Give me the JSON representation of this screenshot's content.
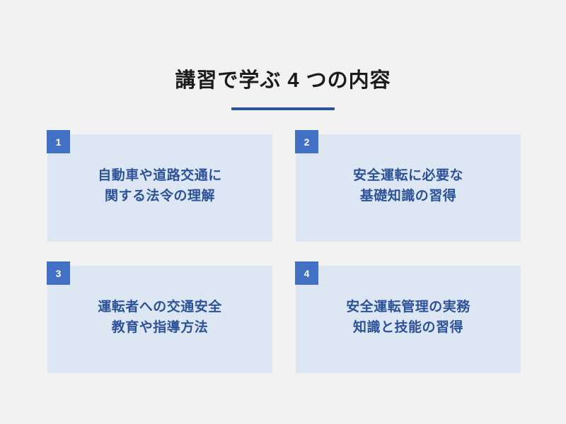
{
  "slide": {
    "background_color": "#f2f2f2",
    "title": "講習で学ぶ 4 つの内容",
    "title_color": "#1b1b1b",
    "rule_color": "#2b5599",
    "card_bg_color": "#dce7f3",
    "card_text_color": "#2d5299",
    "badge_color": "#4170c4",
    "badge_text_color": "#ffffff"
  },
  "cards": [
    {
      "number": "1",
      "line1": "自動車や道路交通に",
      "line2": "関する法令の理解"
    },
    {
      "number": "2",
      "line1": "安全運転に必要な",
      "line2": "基礎知識の習得"
    },
    {
      "number": "3",
      "line1": "運転者への交通安全",
      "line2": "教育や指導方法"
    },
    {
      "number": "4",
      "line1": "安全運転管理の実務",
      "line2": "知識と技能の習得"
    }
  ]
}
